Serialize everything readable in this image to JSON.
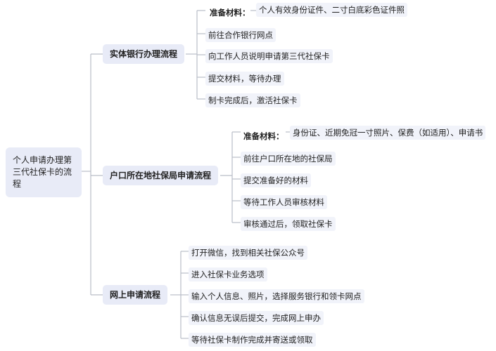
{
  "root": {
    "title": "个人申请办理第三代社保卡的流程"
  },
  "branches": [
    {
      "title": "实体银行办理流程",
      "materials_label": "准备材料：",
      "materials": "个人有效身份证件、二寸白底彩色证件照",
      "steps": [
        "前往合作银行网点",
        "向工作人员说明申请第三代社保卡",
        "提交材料，等待办理",
        "制卡完成后，激活社保卡"
      ]
    },
    {
      "title": "户口所在地社保局申请流程",
      "materials_label": "准备材料：",
      "materials": "身份证、近期免冠一寸照片、保费（如适用）、申请书",
      "steps": [
        "前往户口所在地的社保局",
        "提交准备好的材料",
        "等待工作人员审核材料",
        "审核通过后，领取社保卡"
      ]
    },
    {
      "title": "网上申请流程",
      "steps": [
        "打开微信，找到相关社保公众号",
        "进入社保卡业务选项",
        "输入个人信息、照片，选择服务银行和领卡网点",
        "确认信息无误后提交，完成网上申办",
        "等待社保卡制作完成并寄送或领取"
      ]
    }
  ],
  "colors": {
    "line": "#b9bdc7",
    "node_fill": "#e8ebf7",
    "leaf_fill": "#f1f3fa"
  }
}
